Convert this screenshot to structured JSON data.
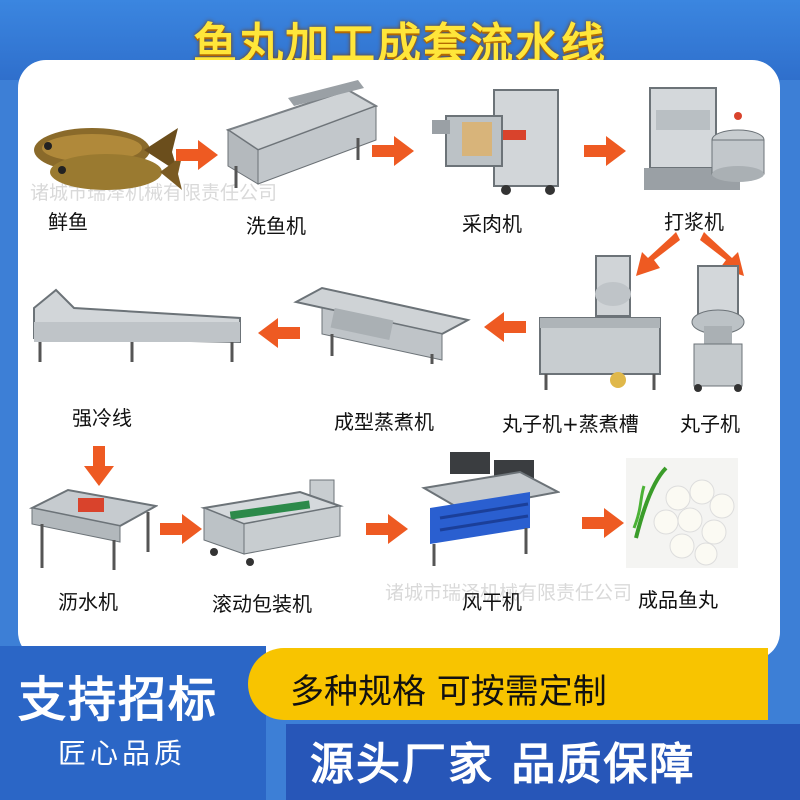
{
  "title": "鱼丸加工成套流水线",
  "steps": {
    "s1": "鲜鱼",
    "s2": "洗鱼机",
    "s3": "采肉机",
    "s4": "打浆机",
    "s5": "丸子机+蒸煮槽",
    "s6": "丸子机",
    "s7": "成型蒸煮机",
    "s8": "强冷线",
    "s9": "沥水机",
    "s10": "滚动包装机",
    "s11": "风干机",
    "s12": "成品鱼丸"
  },
  "watermarks": {
    "w1": "诸城市瑞泽机械有限责任公司",
    "w2": "诸城市瑞泽机械有限责任公司"
  },
  "promo": {
    "badge_main": "支持招标",
    "badge_sub": "匠心品质",
    "feature1": "多种规格 可按需定制",
    "feature2": "源头厂家 品质保障"
  },
  "colors": {
    "arrow": "#ee5a22",
    "title": "#ffe63a",
    "accent_blue": "#2b66c6",
    "accent_yellow": "#f8c400"
  }
}
